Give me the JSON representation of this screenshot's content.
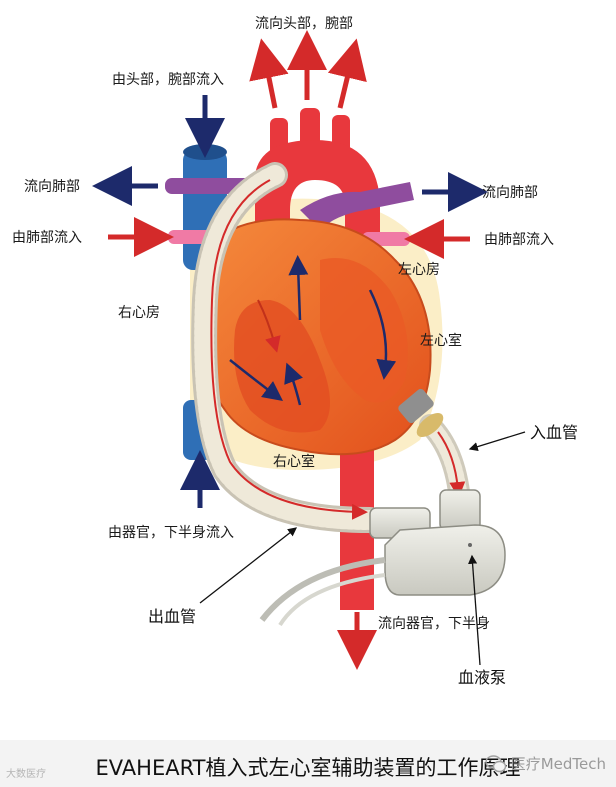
{
  "labels": {
    "top_out": "流向头部，腕部",
    "top_in": "由头部，腕部流入",
    "lung_out_left": "流向肺部",
    "lung_out_right": "流向肺部",
    "lung_in_left": "由肺部流入",
    "lung_in_right": "由肺部流入",
    "left_atrium": "左心房",
    "right_atrium": "右心房",
    "left_ventricle": "左心室",
    "right_ventricle": "右心室",
    "inflow_cannula": "入血管",
    "lower_in": "由器官，下半身流入",
    "outflow_cannula": "出血管",
    "lower_out": "流向器官，下半身",
    "blood_pump": "血液泵"
  },
  "caption": "EVAHEART植入式左心室辅助装置的工作原理",
  "watermark_left": "大数医疗",
  "watermark_right": "医疗MedTech",
  "colors": {
    "aorta_red": "#e8383d",
    "vein_blue": "#2f6fb6",
    "pulmonary_purple": "#8f4d9e",
    "heart_orange": "#f06a2a",
    "arrow_red": "#d42a2a",
    "arrow_navy": "#1d2a6b",
    "pump_gray": "#d9d9d2"
  }
}
